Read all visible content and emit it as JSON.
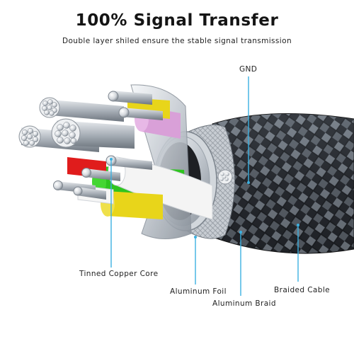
{
  "header": {
    "title": "100% Signal Transfer",
    "subtitle": "Double layer shiled ensure the stable signal transmission"
  },
  "callouts": {
    "gnd": "GND",
    "tinned_copper_core": "Tinned Copper Core",
    "aluminum_foil": "Aluminum Foil",
    "aluminum_braid": "Aluminum Braid",
    "braided_cable": "Braided Cable"
  },
  "colors": {
    "callout_line": "#3bb0e0",
    "wire_green": "#2ec41f",
    "wire_red": "#e01c1c",
    "wire_yellow": "#e8d51a",
    "wire_white": "#f4f4f4",
    "wire_pink": "#d9a0d8",
    "braid_dark": "#2a2d33",
    "braid_light": "#9aa3ad"
  }
}
